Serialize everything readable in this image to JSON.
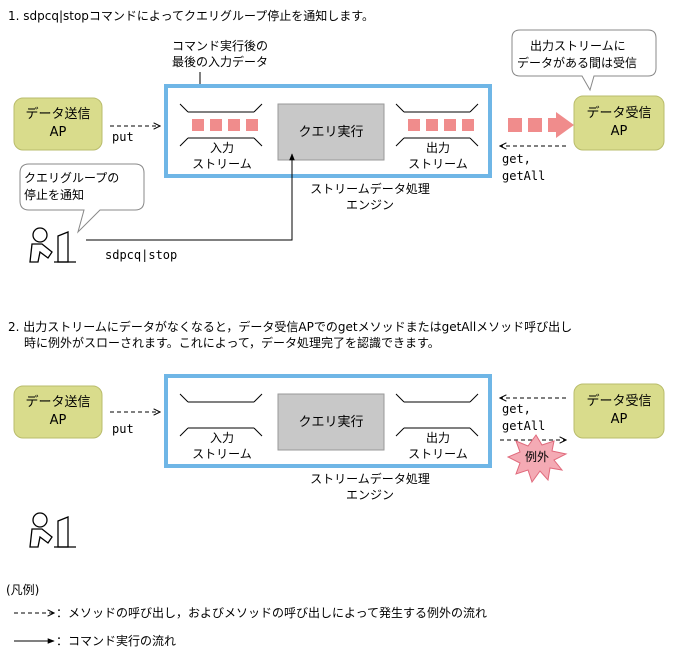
{
  "step1": {
    "caption": "1. sdpcq|stopコマンドによってクエリグループ停止を通知します。",
    "note_last_data_1": "コマンド実行後の",
    "note_last_data_2": "最後の入力データ",
    "bubble_output_1": "出力ストリームに",
    "bubble_output_2": "データがある間は受信",
    "sender_1": "データ送信",
    "sender_2": "AP",
    "receiver_1": "データ受信",
    "receiver_2": "AP",
    "put": "put",
    "get": "get,",
    "getall": "getAll",
    "input_stream_1": "入力",
    "input_stream_2": "ストリーム",
    "output_stream_1": "出力",
    "output_stream_2": "ストリーム",
    "query": "クエリ実行",
    "engine_1": "ストリームデータ処理",
    "engine_2": "エンジン",
    "bubble_stop_1": "クエリグループの",
    "bubble_stop_2": "停止を通知",
    "command": "sdpcq|stop"
  },
  "step2": {
    "caption_1": "2. 出力ストリームにデータがなくなると，データ受信APでのgetメソッドまたはgetAllメソッド呼び出し",
    "caption_2": "時に例外がスローされます。これによって，データ処理完了を認識できます。",
    "sender_1": "データ送信",
    "sender_2": "AP",
    "receiver_1": "データ受信",
    "receiver_2": "AP",
    "put": "put",
    "get": "get,",
    "getall": "getAll",
    "input_stream_1": "入力",
    "input_stream_2": "ストリーム",
    "output_stream_1": "出力",
    "output_stream_2": "ストリーム",
    "query": "クエリ実行",
    "engine_1": "ストリームデータ処理",
    "engine_2": "エンジン",
    "exception": "例外"
  },
  "legend": {
    "title": "(凡例)",
    "dashed": "：メソッドの呼び出し，およびメソッドの呼び出しによって発生する例外の流れ",
    "solid": "：コマンド実行の流れ"
  },
  "colors": {
    "ap_fill": "#d9dc8c",
    "engine_border": "#6fb6e6",
    "query_fill": "#c8c8c8",
    "data_block": "#f08c8c",
    "exception_fill": "#f4aab4"
  }
}
